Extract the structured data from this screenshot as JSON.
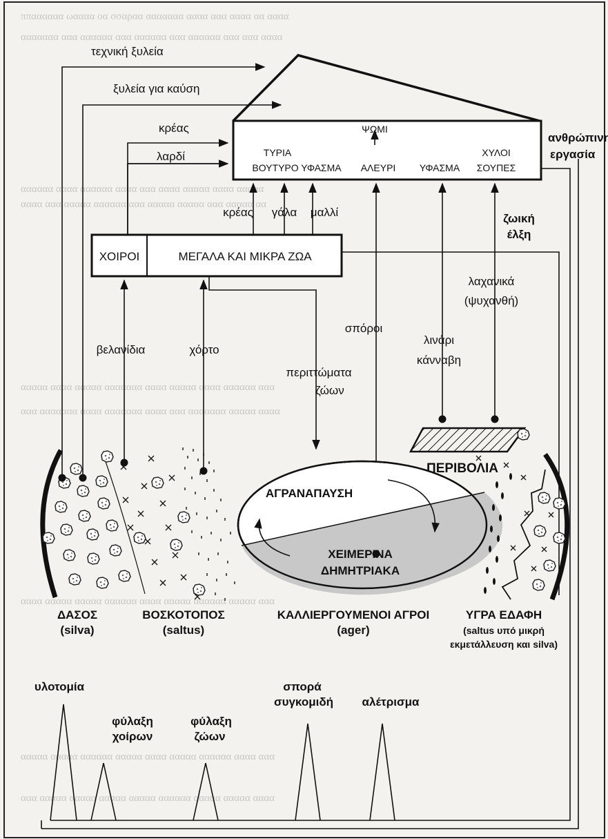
{
  "top_labels": {
    "technical_wood": "τεχνική ξυλεία",
    "firewood": "ξυλεία για καύση",
    "meat": "κρέας",
    "lard": "λαρδί",
    "human_labor_1": "ανθρώπινη",
    "human_labor_2": "εργασία"
  },
  "household_box": {
    "bread": "ΨΩΜΙ",
    "cheese": "ΤΥΡΙΑ",
    "butter_cloth": "ΒΟΥΤΥΡΟ ΥΦΑΣΜΑ",
    "flour": "ΑΛΕΥΡΙ",
    "cloth": "ΥΦΑΣΜΑ",
    "juices": "ΧΥΛΟΙ",
    "soups": "ΣΟΥΠΕΣ"
  },
  "animal_products": {
    "meat": "κρέας",
    "milk": "γάλα",
    "wool": "μαλλί"
  },
  "animal_draft_1": "ζωική",
  "animal_draft_2": "έλξη",
  "animals_box": {
    "pigs": "ΧΟΙΡΟΙ",
    "large_small_animals": "ΜΕΓΑΛΑ ΚΑΙ ΜΙΚΡΑ ΖΩΑ"
  },
  "flows": {
    "acorns": "βελανίδια",
    "grass": "χόρτο",
    "seeds": "σπόροι",
    "vegetables_1": "λαχανικά",
    "vegetables_2": "(ψυχανθή)",
    "flax": "λινάρι",
    "hemp": "κάνναβη",
    "manure_1": "περιττώματα",
    "manure_2": "ζώων"
  },
  "zones": {
    "gardens": "ΠΕΡΙΒΟΛΙΑ",
    "fallow": "ΑΓΡΑΝΑΠΑΥΣΗ",
    "winter_1": "ΧΕΙΜΕΡΙΝΑ",
    "winter_2": "ΔΗΜΗΤΡΙΑΚΑ",
    "forest": "ΔΑΣΟΣ",
    "forest_latin": "(silva)",
    "pasture": "ΒΟΣΚΟΤΟΠΟΣ",
    "pasture_latin": "(saltus)",
    "fields": "ΚΑΛΛΙΕΡΓΟΥΜΕΝΟΙ ΑΓΡΟΙ",
    "fields_latin": "(ager)",
    "wetlands": "ΥΓΡΑ ΕΔΑΦΗ",
    "wetlands_latin_1": "(saltus υπό μικρή",
    "wetlands_latin_2": "εκμετάλλευση και silva)"
  },
  "labor": {
    "logging": "υλοτομία",
    "pig_keeping_1": "φύλαξη",
    "pig_keeping_2": "χοίρων",
    "animal_keeping_1": "φύλαξη",
    "animal_keeping_2": "ζώων",
    "sowing": "σπορά",
    "harvest": "συγκομιδή",
    "threshing": "αλέτρισμα"
  },
  "colors": {
    "background": "#f4f2ee",
    "ink": "#111111",
    "faded_text": "#c9c6c1",
    "winter_grain_fill": "#c8c8c8"
  }
}
